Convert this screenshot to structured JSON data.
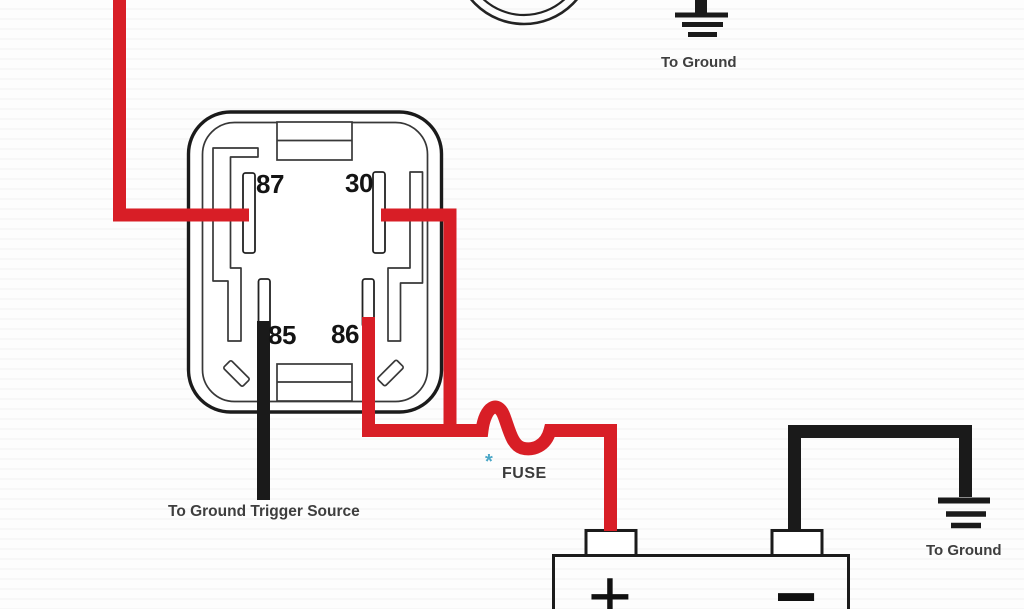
{
  "relay": {
    "pins": {
      "top_left": "87",
      "top_right": "30",
      "bottom_left": "85",
      "bottom_right": "86"
    }
  },
  "fuse": {
    "marker": "*",
    "label": "FUSE"
  },
  "grounds": {
    "top": "To Ground",
    "right": "To Ground"
  },
  "trigger": {
    "label": "To Ground Trigger Source"
  },
  "battery": {
    "positive": "+",
    "negative": "−"
  },
  "colors": {
    "power_wire": "#d81e26",
    "ground_wire": "#1a1a1a",
    "relay_outline": "#1b1b1b",
    "label_text": "#3e3e3e",
    "fuse_marker": "#4ba7c7"
  }
}
